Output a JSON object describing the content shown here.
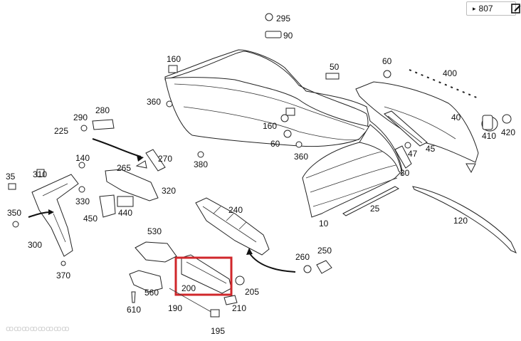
{
  "reference": {
    "arrow": "▸",
    "number": "807"
  },
  "highlight_color": "#d0272b",
  "labels": {
    "l295": "295",
    "l90": "90",
    "l160a": "160",
    "l50": "50",
    "l60a": "60",
    "l400": "400",
    "l360a": "360",
    "l280": "280",
    "l290": "290",
    "l225": "225",
    "l40": "40",
    "l410": "410",
    "l420": "420",
    "l160b": "160",
    "l60b": "60",
    "l360b": "360",
    "l47": "47",
    "l45": "45",
    "l30": "30",
    "l140": "140",
    "l270": "270",
    "l35": "35",
    "l310": "310",
    "l265": "265",
    "l380": "380",
    "l330": "330",
    "l320": "320",
    "l25": "25",
    "l350": "350",
    "l450": "450",
    "l440": "440",
    "l240": "240",
    "l10": "10",
    "l120": "120",
    "l300": "300",
    "l530": "530",
    "l260": "260",
    "l250": "250",
    "l370": "370",
    "l200": "200",
    "l205": "205",
    "l560": "560",
    "l610": "610",
    "l190": "190",
    "l210": "210",
    "l195": "195"
  }
}
